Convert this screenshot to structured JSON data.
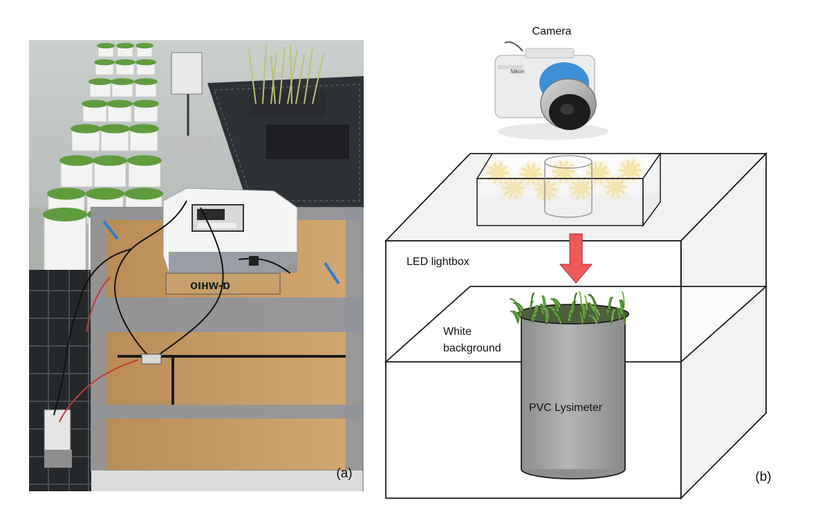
{
  "panel_a": {
    "label": "(a)"
  },
  "panel_b": {
    "label": "(b)",
    "camera_label": "Camera",
    "lightbox_label": "LED lightbox",
    "background_label_line1": "White",
    "background_label_line2": "background",
    "lysimeter_label": "PVC Lysimeter"
  },
  "colors": {
    "arrow": "#f0595a",
    "lysimeter": "#a8a8a8",
    "lightbox_panel": "#f2f2f2",
    "camera_ring": "#3d8fd6",
    "led_glow": "#f5d76e",
    "grass": "#5e9c3c",
    "cardboard": "#c79a63",
    "duct_tape": "#8f959c"
  }
}
